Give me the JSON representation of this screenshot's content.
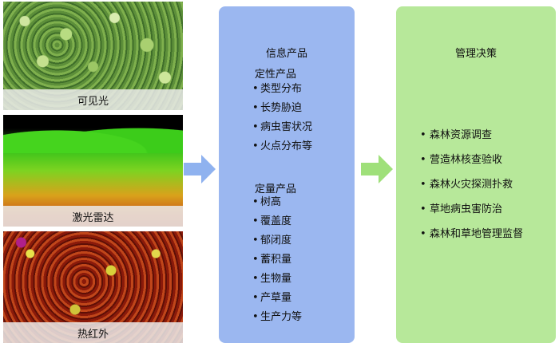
{
  "sensors": {
    "visible": "可见光",
    "lidar": "激光雷达",
    "thermal": "热红外"
  },
  "info": {
    "title": "信息产品",
    "qualitative": {
      "heading": "定性产品",
      "items": [
        "类型分布",
        "长势胁迫",
        "病虫害状况",
        "火点分布等"
      ]
    },
    "quantitative": {
      "heading": "定量产品",
      "items": [
        "树高",
        "覆盖度",
        "郁闭度",
        "蓄积量",
        "生物量",
        "产草量",
        "生产力等"
      ]
    }
  },
  "decision": {
    "title": "管理决策",
    "items": [
      "森林资源调查",
      "营造林核查验收",
      "森林火灾探测扑救",
      "草地病虫害防治",
      "森林和草地管理监督"
    ]
  },
  "colors": {
    "info_box": "#9bb7f0",
    "decision_box": "#b7e89a",
    "arrow_blue": "#8fb2ef",
    "arrow_green": "#9fe07a"
  }
}
